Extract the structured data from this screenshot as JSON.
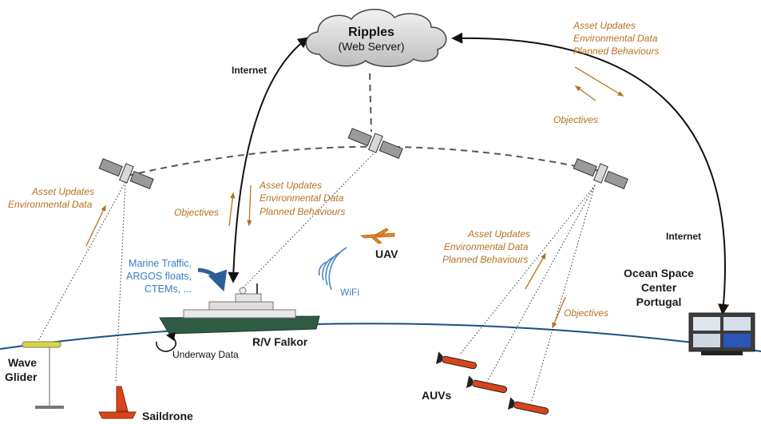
{
  "cloud": {
    "title": "Ripples",
    "subtitle": "(Web Server)"
  },
  "links": {
    "internet_left": "Internet",
    "internet_right": "Internet"
  },
  "top_right_msgs": {
    "line1": "Asset Updates",
    "line2": "Environmental Data",
    "line3": "Planned Behaviours",
    "objectives": "Objectives"
  },
  "left_sat_msgs": {
    "line1": "Asset Updates",
    "line2": "Environmental Data"
  },
  "center_msgs": {
    "objectives": "Objectives",
    "line1": "Asset Updates",
    "line2": "Environmental Data",
    "line3": "Planned Behaviours"
  },
  "right_sat_msgs": {
    "line1": "Asset Updates",
    "line2": "Environmental Data",
    "line3": "Planned Behaviours",
    "objectives": "Objectives"
  },
  "marine_sources": {
    "line1": "Marine Traffic,",
    "line2": "ARGOS floats,",
    "line3": "CTEMs, ..."
  },
  "wifi": "WiFi",
  "uav": "UAV",
  "ship": "R/V Falkor",
  "underway": "Underway Data",
  "ocean_center": {
    "line1": "Ocean Space",
    "line2": "Center",
    "line3": "Portugal"
  },
  "wave_glider": {
    "line1": "Wave",
    "line2": "Glider"
  },
  "saildrone": "Saildrone",
  "auvs": "AUVs",
  "colors": {
    "ocean": "#1b4f82",
    "accent": "#b5711f",
    "ship_hull": "#2f5a44",
    "auv": "#d9441c",
    "blue_text": "#3a7fc0"
  }
}
